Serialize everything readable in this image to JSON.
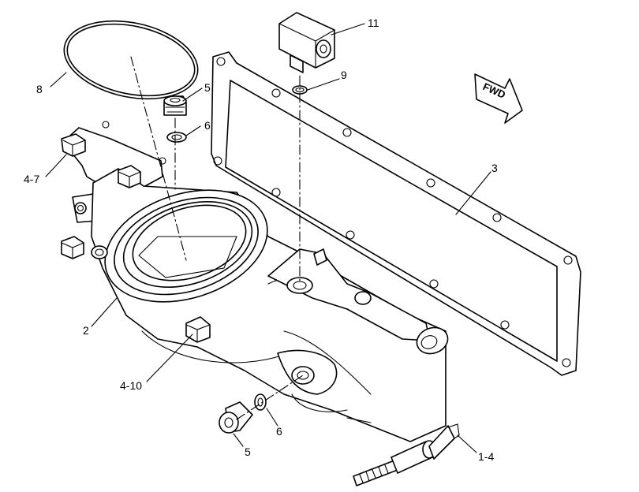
{
  "callouts": [
    {
      "id": "c-8",
      "text": "8"
    },
    {
      "id": "c-11",
      "text": "11"
    },
    {
      "id": "c-5a",
      "text": "5"
    },
    {
      "id": "c-9",
      "text": "9"
    },
    {
      "id": "c-6a",
      "text": "6"
    },
    {
      "id": "c-4-7",
      "text": "4-7"
    },
    {
      "id": "c-3",
      "text": "3"
    },
    {
      "id": "c-2",
      "text": "2"
    },
    {
      "id": "c-4-10",
      "text": "4-10"
    },
    {
      "id": "c-6b",
      "text": "6"
    },
    {
      "id": "c-5b",
      "text": "5"
    },
    {
      "id": "c-1-4",
      "text": "1-4"
    }
  ],
  "direction_arrow": {
    "text": "FWD"
  },
  "colors": {
    "line": "#000000",
    "background": "#ffffff",
    "gasket_fill": "#ffffff"
  }
}
